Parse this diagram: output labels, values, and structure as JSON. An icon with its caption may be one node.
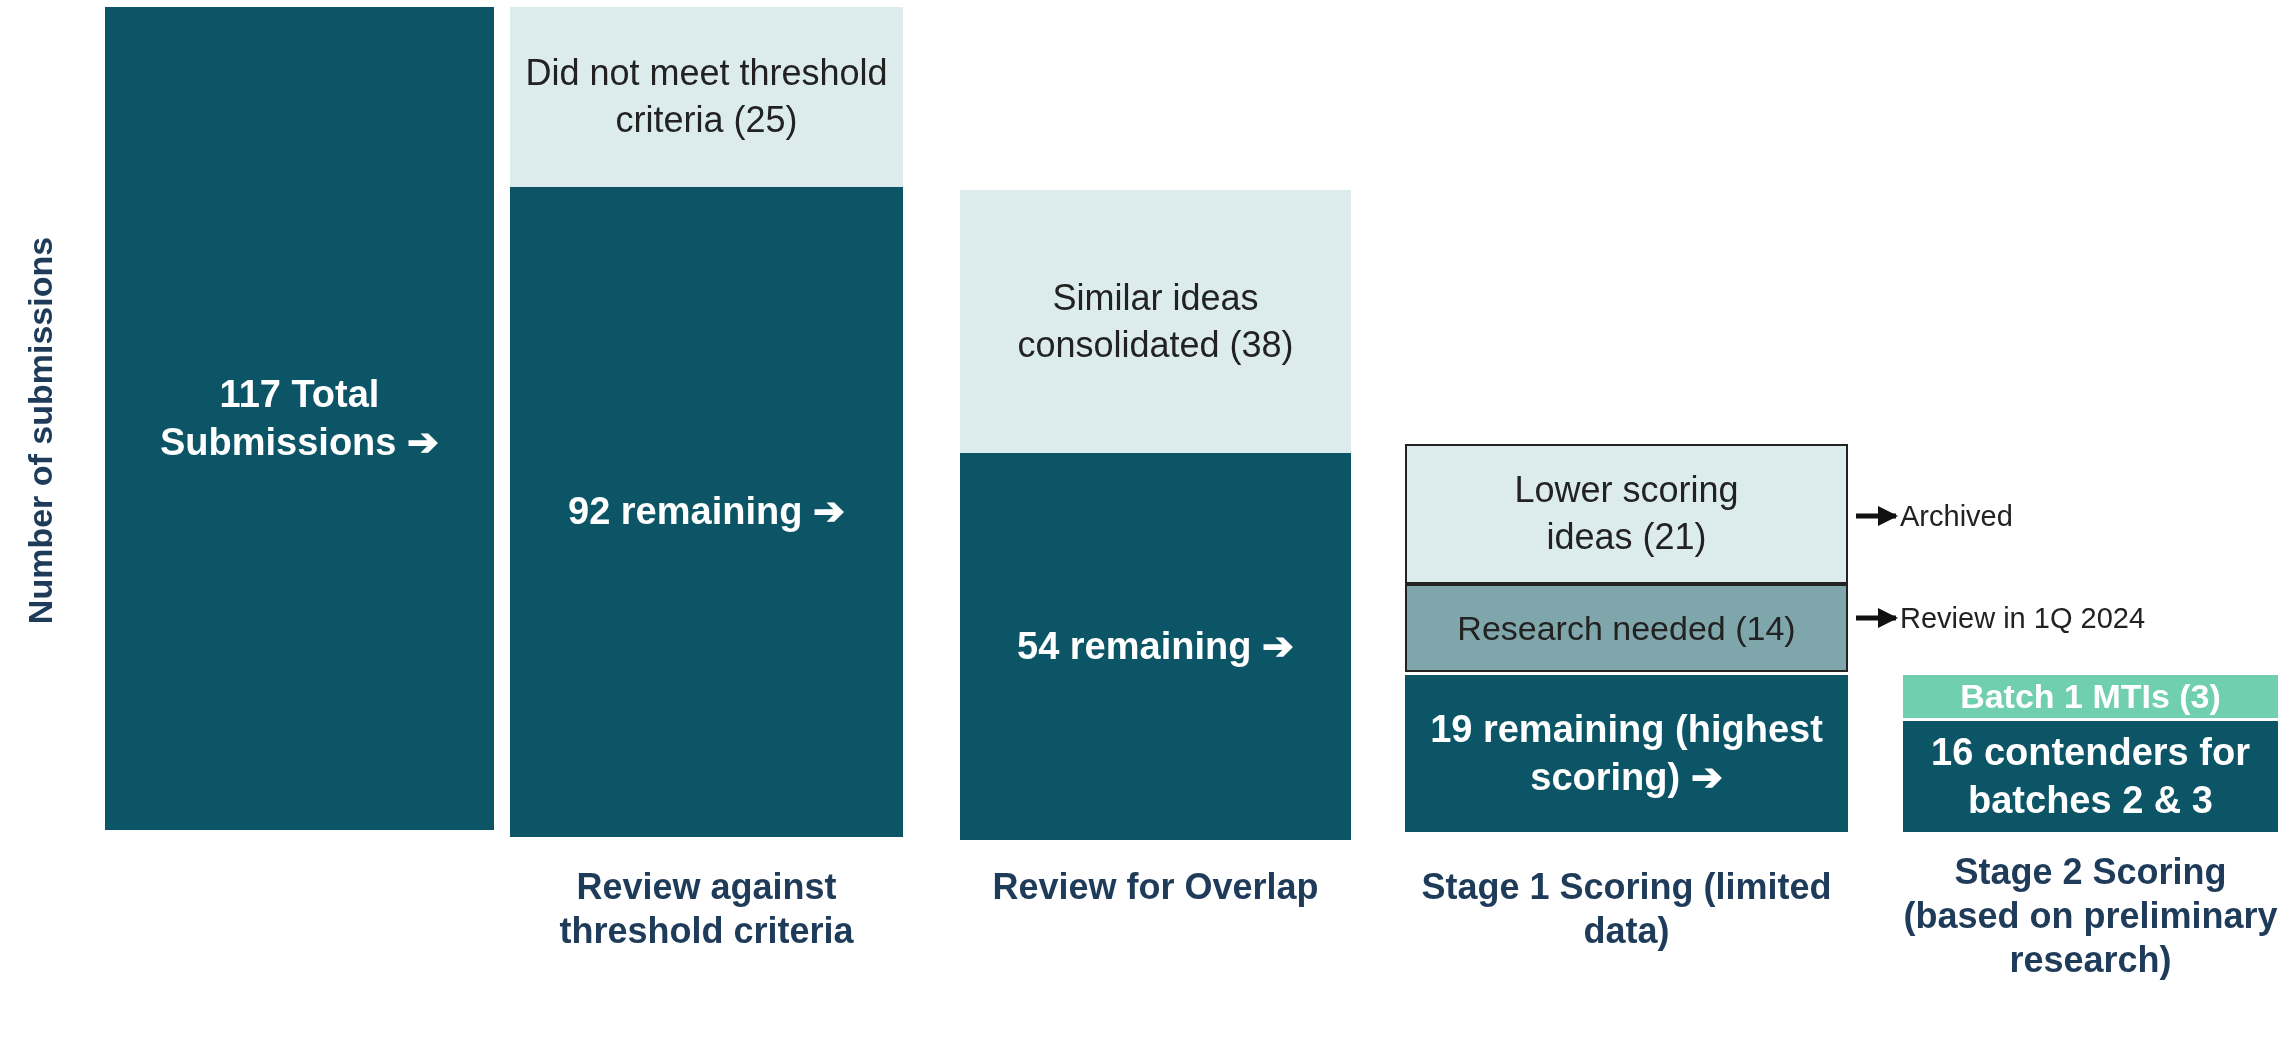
{
  "diagram": {
    "nodes": [
      {
        "text": [
          "117 Total Submissions ➔"
        ]
      },
      {
        "text": [
          "Did not meet threshold criteria (25)"
        ]
      },
      {
        "text": [
          "92 remaining ➔"
        ],
        "beside": [
          "Review against threshold criteria"
        ]
      },
      {
        "text": [
          "Similar ideas consolidated (38)"
        ]
      },
      {
        "text": [
          "54 remaining ➔"
        ],
        "beside": [
          "Review for Overlap"
        ]
      },
      {
        "text": [
          "Lower scoring ideas (21)"
        ]
      },
      {
        "text": [
          "Research needed (14)"
        ]
      },
      {
        "text": [
          "19 remaining (highest scoring) ➔"
        ],
        "beside": [
          "Stage 1 Scoring (limited data)"
        ]
      },
      {
        "text": [
          "Archived"
        ]
      },
      {
        "text": [
          "Review in 1Q 2024"
        ]
      },
      {
        "text": [
          "Batch 1 MTIs (3)"
        ]
      },
      {
        "text": [
          "16 contenders for batches 2 & 3"
        ],
        "beside": [
          "Stage 2 Scoring (based on preliminary research)"
        ]
      }
    ],
    "edges": [
      {
        "from": 5,
        "to": 8,
        "arrow": "to"
      },
      {
        "from": 6,
        "to": 9,
        "arrow": "to"
      }
    ],
    "labels": [
      "Number of submissions"
    ]
  }
}
